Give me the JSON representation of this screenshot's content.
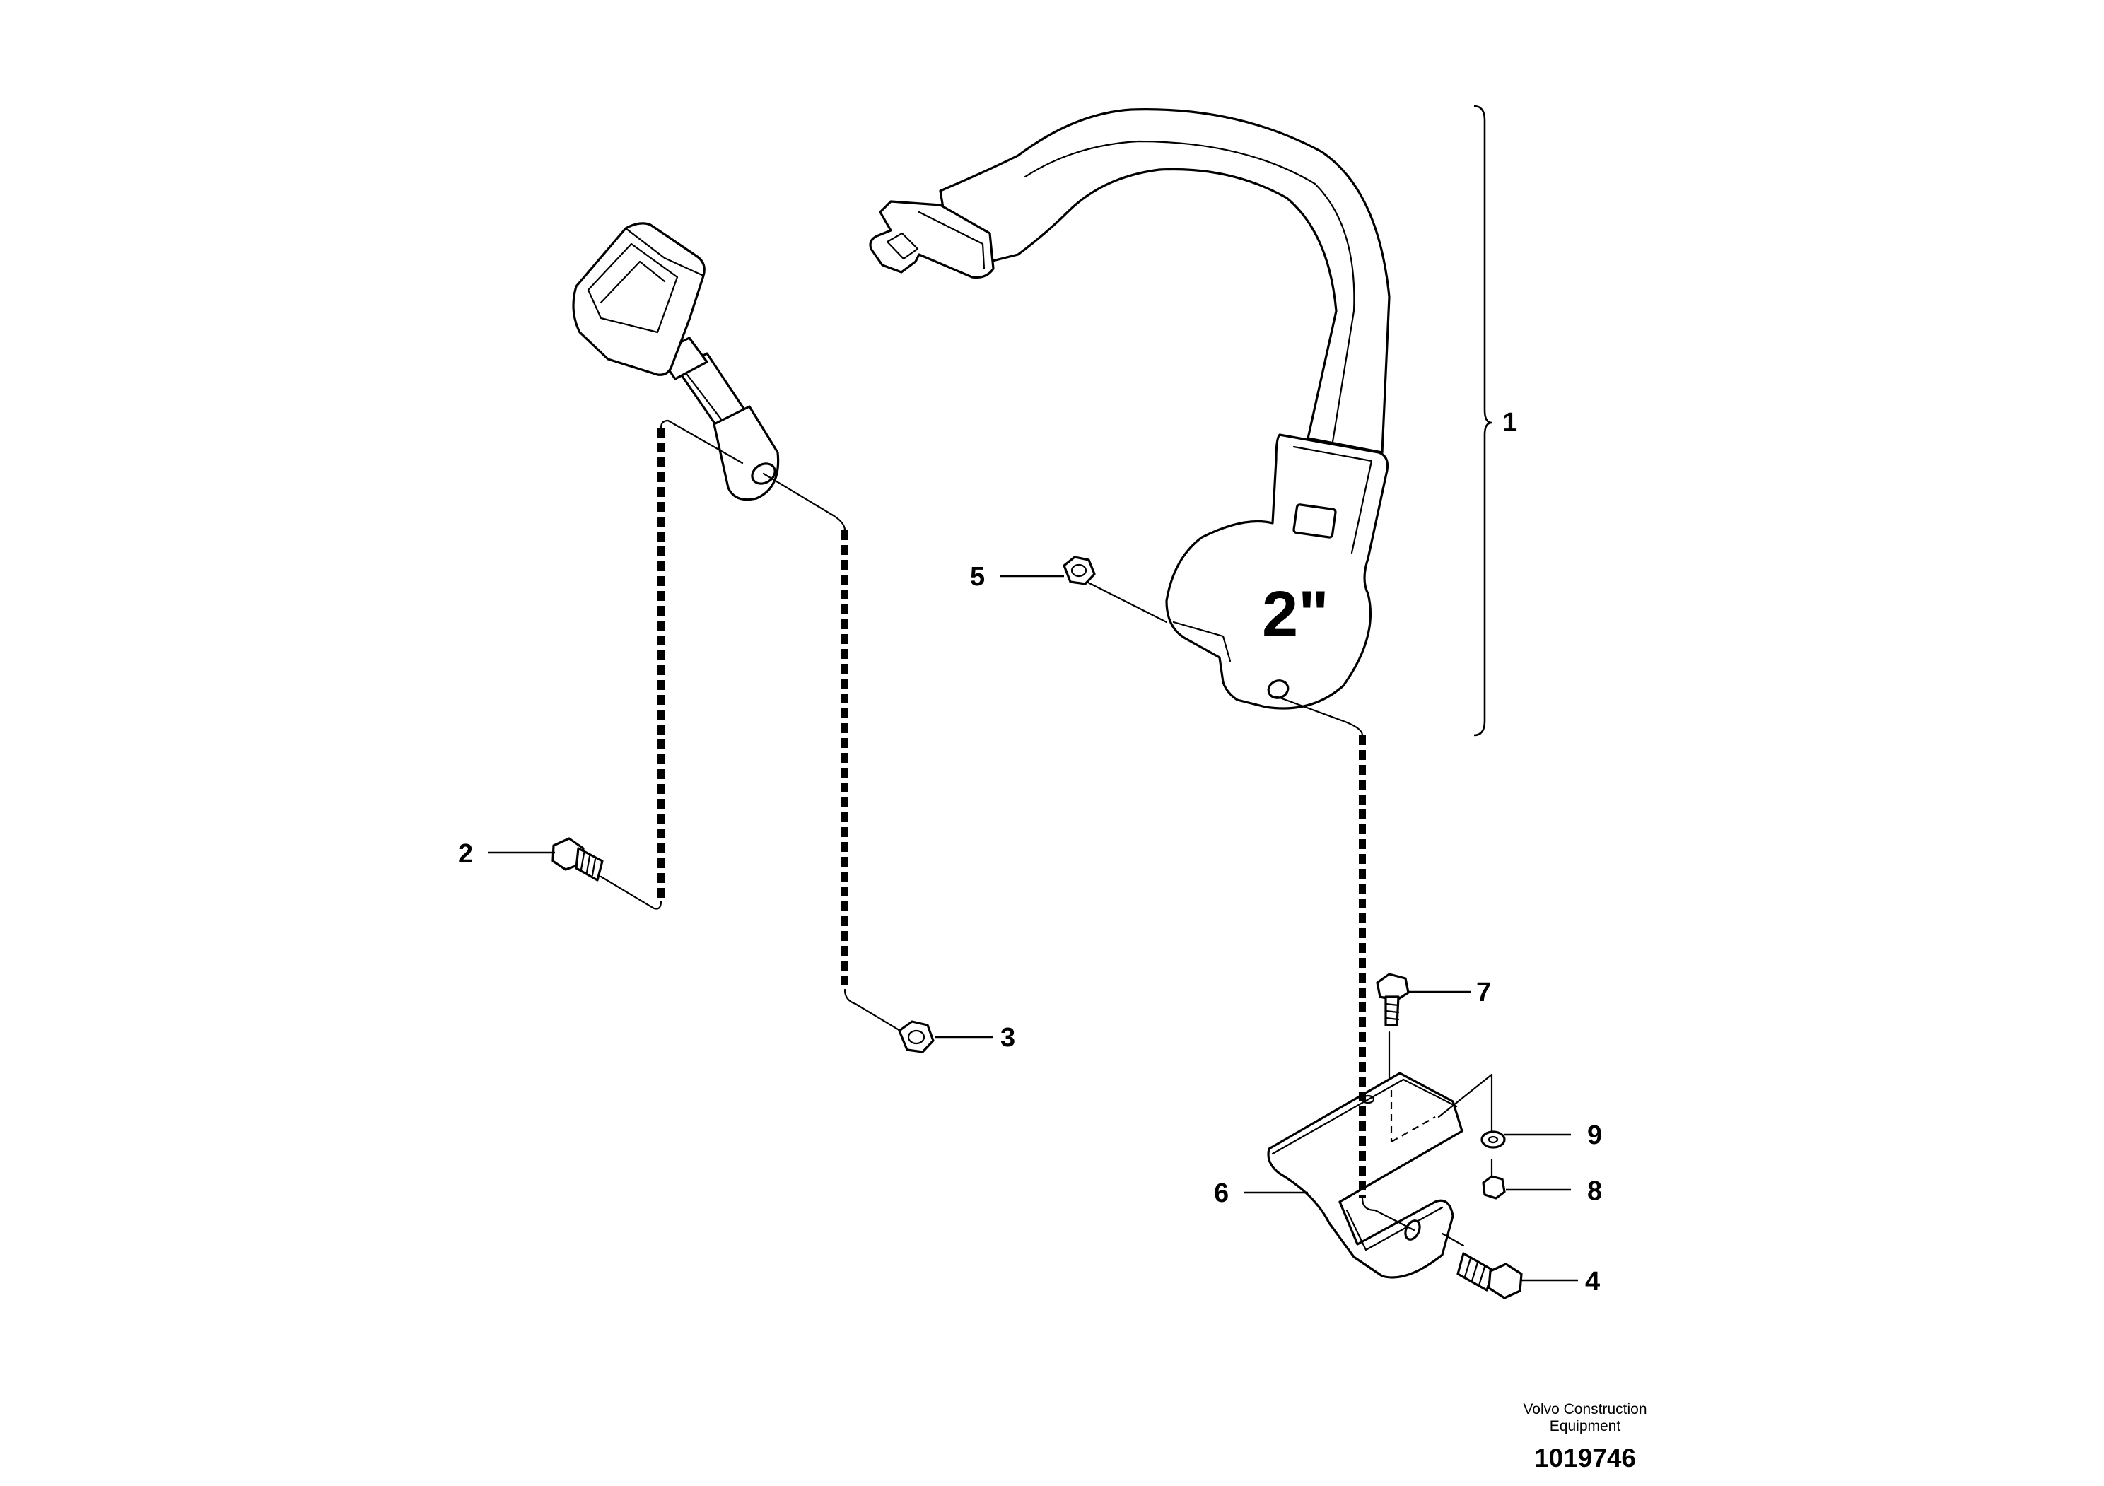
{
  "diagram": {
    "size_mark": "2\"",
    "callouts": {
      "c1": "1",
      "c2": "2",
      "c3": "3",
      "c4": "4",
      "c5": "5",
      "c6": "6",
      "c7": "7",
      "c8": "8",
      "c9": "9"
    },
    "footer": {
      "maker_line1": "Volvo Construction",
      "maker_line2": "Equipment",
      "drawing_number": "1019746"
    }
  }
}
